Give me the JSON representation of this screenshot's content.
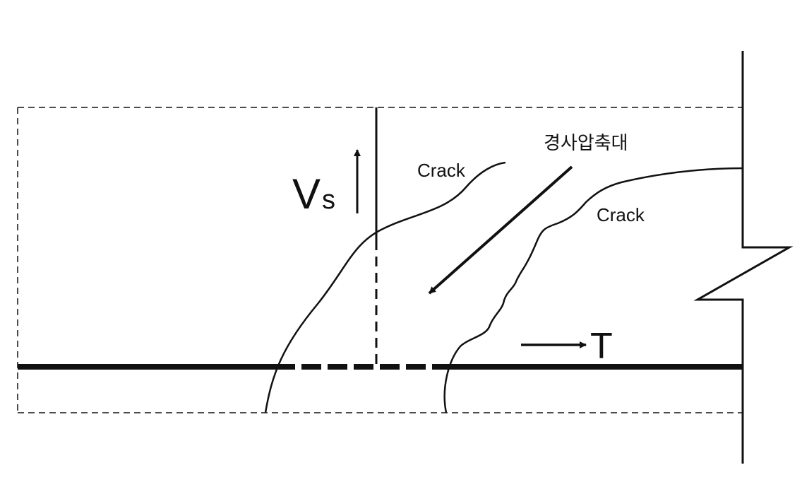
{
  "diagram": {
    "labels": {
      "shear_force_main": "V",
      "shear_force_sub": "s",
      "tension": "T",
      "crack_left": "Crack",
      "crack_right": "Crack",
      "compression_strut": "경사압축대"
    },
    "colors": {
      "stroke": "#111111",
      "background": "#ffffff"
    }
  }
}
